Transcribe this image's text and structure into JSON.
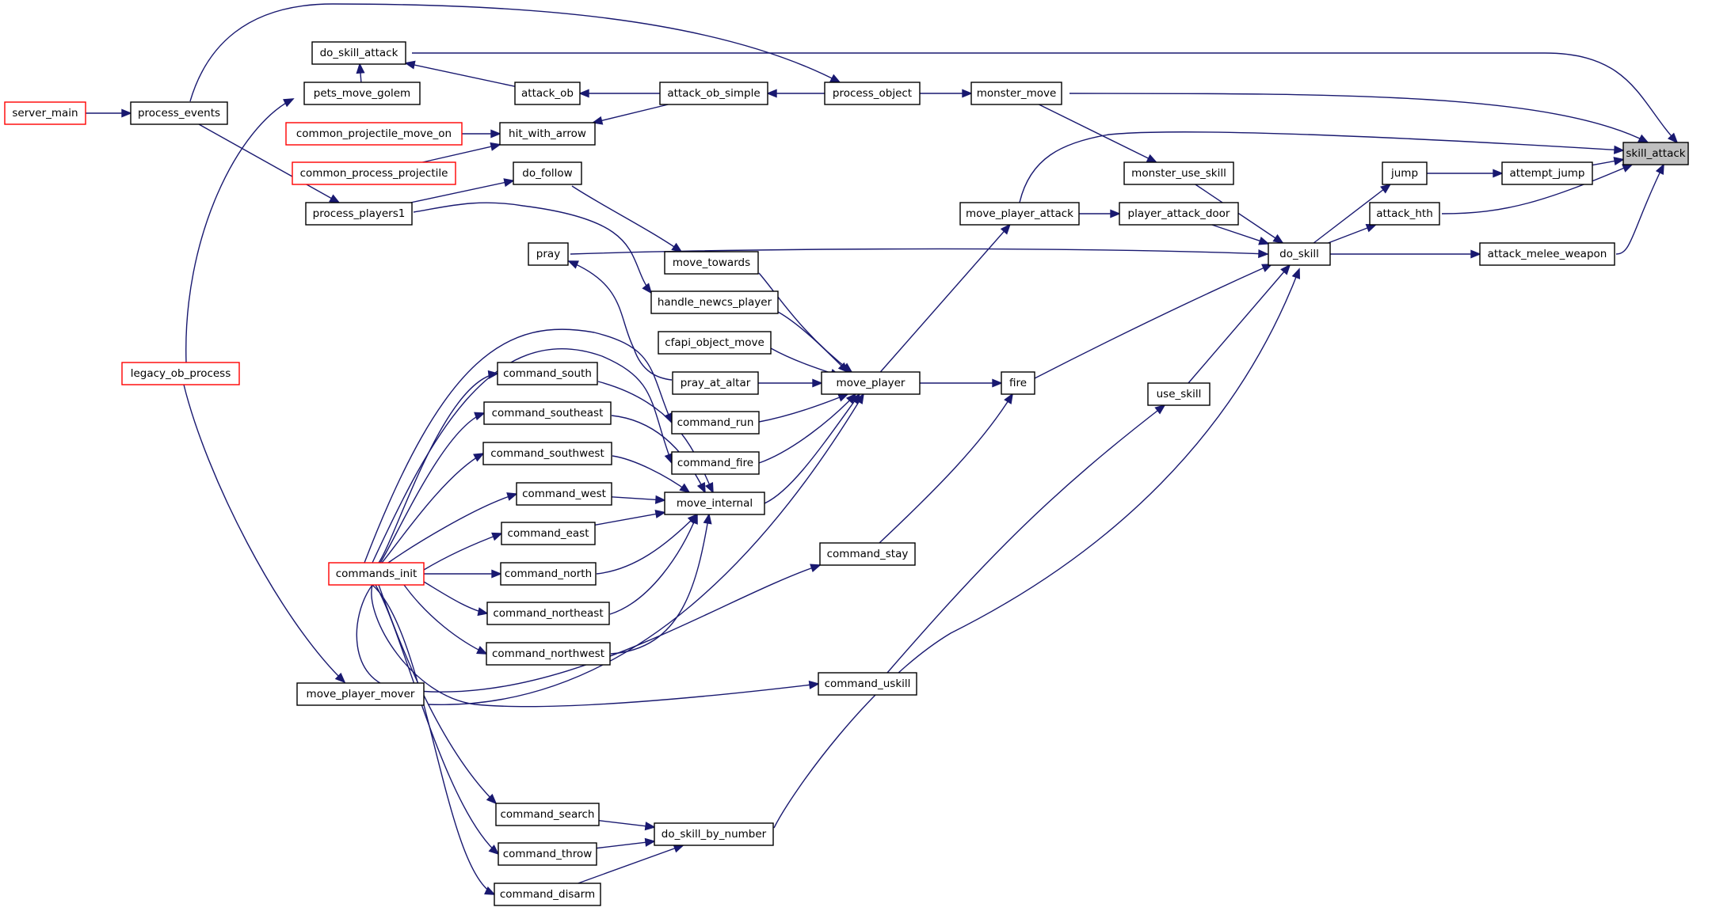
{
  "diagram": {
    "title": "",
    "edge_color": "#191970",
    "external_node_border": "#ff0000",
    "highlight_fill": "#bfbfbf",
    "nodes": {
      "skill_attack": {
        "label": "skill_attack",
        "style": "highlight"
      },
      "do_skill_attack": {
        "label": "do_skill_attack",
        "style": "normal"
      },
      "server_main": {
        "label": "server_main",
        "style": "external"
      },
      "process_events": {
        "label": "process_events",
        "style": "normal"
      },
      "pets_move_golem": {
        "label": "pets_move_golem",
        "style": "normal"
      },
      "attack_ob": {
        "label": "attack_ob",
        "style": "normal"
      },
      "attack_ob_simple": {
        "label": "attack_ob_simple",
        "style": "normal"
      },
      "process_object": {
        "label": "process_object",
        "style": "normal"
      },
      "monster_move": {
        "label": "monster_move",
        "style": "normal"
      },
      "common_projectile_move_on": {
        "label": "common_projectile_move_on",
        "style": "external"
      },
      "hit_with_arrow": {
        "label": "hit_with_arrow",
        "style": "normal"
      },
      "common_process_projectile": {
        "label": "common_process_projectile",
        "style": "external"
      },
      "do_follow": {
        "label": "do_follow",
        "style": "normal"
      },
      "monster_use_skill": {
        "label": "monster_use_skill",
        "style": "normal"
      },
      "jump": {
        "label": "jump",
        "style": "normal"
      },
      "attempt_jump": {
        "label": "attempt_jump",
        "style": "normal"
      },
      "process_players1": {
        "label": "process_players1",
        "style": "normal"
      },
      "move_player_attack": {
        "label": "move_player_attack",
        "style": "normal"
      },
      "player_attack_door": {
        "label": "player_attack_door",
        "style": "normal"
      },
      "attack_hth": {
        "label": "attack_hth",
        "style": "normal"
      },
      "pray": {
        "label": "pray",
        "style": "normal"
      },
      "move_towards": {
        "label": "move_towards",
        "style": "normal"
      },
      "do_skill": {
        "label": "do_skill",
        "style": "normal"
      },
      "attack_melee_weapon": {
        "label": "attack_melee_weapon",
        "style": "normal"
      },
      "handle_newcs_player": {
        "label": "handle_newcs_player",
        "style": "normal"
      },
      "cfapi_object_move": {
        "label": "cfapi_object_move",
        "style": "normal"
      },
      "legacy_ob_process": {
        "label": "legacy_ob_process",
        "style": "external"
      },
      "command_south": {
        "label": "command_south",
        "style": "normal"
      },
      "pray_at_altar": {
        "label": "pray_at_altar",
        "style": "normal"
      },
      "move_player": {
        "label": "move_player",
        "style": "normal"
      },
      "fire": {
        "label": "fire",
        "style": "normal"
      },
      "use_skill": {
        "label": "use_skill",
        "style": "normal"
      },
      "command_southeast": {
        "label": "command_southeast",
        "style": "normal"
      },
      "command_run": {
        "label": "command_run",
        "style": "normal"
      },
      "command_southwest": {
        "label": "command_southwest",
        "style": "normal"
      },
      "command_fire": {
        "label": "command_fire",
        "style": "normal"
      },
      "command_west": {
        "label": "command_west",
        "style": "normal"
      },
      "move_internal": {
        "label": "move_internal",
        "style": "normal"
      },
      "command_east": {
        "label": "command_east",
        "style": "normal"
      },
      "command_stay": {
        "label": "command_stay",
        "style": "normal"
      },
      "commands_init": {
        "label": "commands_init",
        "style": "external"
      },
      "command_north": {
        "label": "command_north",
        "style": "normal"
      },
      "command_northeast": {
        "label": "command_northeast",
        "style": "normal"
      },
      "command_northwest": {
        "label": "command_northwest",
        "style": "normal"
      },
      "move_player_mover": {
        "label": "move_player_mover",
        "style": "normal"
      },
      "command_uskill": {
        "label": "command_uskill",
        "style": "normal"
      },
      "command_search": {
        "label": "command_search",
        "style": "normal"
      },
      "do_skill_by_number": {
        "label": "do_skill_by_number",
        "style": "normal"
      },
      "command_throw": {
        "label": "command_throw",
        "style": "normal"
      },
      "command_disarm": {
        "label": "command_disarm",
        "style": "normal"
      }
    },
    "edges": [
      {
        "from": "skill_attack",
        "to": "do_skill_attack"
      },
      {
        "from": "skill_attack",
        "to": "monster_move"
      },
      {
        "from": "skill_attack",
        "to": "move_player_attack"
      },
      {
        "from": "skill_attack",
        "to": "attempt_jump"
      },
      {
        "from": "skill_attack",
        "to": "attack_hth"
      },
      {
        "from": "skill_attack",
        "to": "attack_melee_weapon"
      },
      {
        "from": "do_skill_attack",
        "to": "attack_ob"
      },
      {
        "from": "do_skill_attack",
        "to": "pets_move_golem"
      },
      {
        "from": "attack_ob",
        "to": "attack_ob_simple"
      },
      {
        "from": "attack_ob_simple",
        "to": "process_object"
      },
      {
        "from": "hit_with_arrow",
        "to": "attack_ob_simple"
      },
      {
        "from": "hit_with_arrow",
        "to": "common_projectile_move_on"
      },
      {
        "from": "hit_with_arrow",
        "to": "common_process_projectile"
      },
      {
        "from": "monster_move",
        "to": "process_object"
      },
      {
        "from": "monster_use_skill",
        "to": "monster_move"
      },
      {
        "from": "process_object",
        "to": "process_events"
      },
      {
        "from": "process_events",
        "to": "server_main"
      },
      {
        "from": "pets_move_golem",
        "to": "legacy_ob_process"
      },
      {
        "from": "process_players1",
        "to": "process_events"
      },
      {
        "from": "do_follow",
        "to": "process_players1"
      },
      {
        "from": "move_towards",
        "to": "do_follow"
      },
      {
        "from": "handle_newcs_player",
        "to": "process_players1"
      },
      {
        "from": "attempt_jump",
        "to": "jump"
      },
      {
        "from": "jump",
        "to": "do_skill"
      },
      {
        "from": "attack_hth",
        "to": "do_skill"
      },
      {
        "from": "attack_melee_weapon",
        "to": "do_skill"
      },
      {
        "from": "do_skill",
        "to": "monster_use_skill"
      },
      {
        "from": "do_skill",
        "to": "player_attack_door"
      },
      {
        "from": "do_skill",
        "to": "pray"
      },
      {
        "from": "do_skill",
        "to": "fire"
      },
      {
        "from": "do_skill",
        "to": "use_skill"
      },
      {
        "from": "do_skill",
        "to": "do_skill_by_number"
      },
      {
        "from": "player_attack_door",
        "to": "move_player_attack"
      },
      {
        "from": "move_player_attack",
        "to": "move_player"
      },
      {
        "from": "pray",
        "to": "pray_at_altar"
      },
      {
        "from": "move_player",
        "to": "move_towards"
      },
      {
        "from": "move_player",
        "to": "handle_newcs_player"
      },
      {
        "from": "move_player",
        "to": "cfapi_object_move"
      },
      {
        "from": "move_player",
        "to": "pray_at_altar"
      },
      {
        "from": "move_player",
        "to": "command_run"
      },
      {
        "from": "move_player",
        "to": "command_fire"
      },
      {
        "from": "move_player",
        "to": "move_internal"
      },
      {
        "from": "move_player",
        "to": "move_player_mover"
      },
      {
        "from": "fire",
        "to": "move_player"
      },
      {
        "from": "fire",
        "to": "command_stay"
      },
      {
        "from": "use_skill",
        "to": "command_uskill"
      },
      {
        "from": "command_run",
        "to": "commands_init"
      },
      {
        "from": "command_fire",
        "to": "commands_init"
      },
      {
        "from": "move_internal",
        "to": "command_south"
      },
      {
        "from": "move_internal",
        "to": "command_southeast"
      },
      {
        "from": "move_internal",
        "to": "command_southwest"
      },
      {
        "from": "move_internal",
        "to": "command_west"
      },
      {
        "from": "move_internal",
        "to": "command_east"
      },
      {
        "from": "move_internal",
        "to": "command_north"
      },
      {
        "from": "move_internal",
        "to": "command_northeast"
      },
      {
        "from": "move_internal",
        "to": "command_northwest"
      },
      {
        "from": "command_south",
        "to": "commands_init"
      },
      {
        "from": "command_southeast",
        "to": "commands_init"
      },
      {
        "from": "command_southwest",
        "to": "commands_init"
      },
      {
        "from": "command_west",
        "to": "commands_init"
      },
      {
        "from": "command_east",
        "to": "commands_init"
      },
      {
        "from": "command_north",
        "to": "commands_init"
      },
      {
        "from": "command_northeast",
        "to": "commands_init"
      },
      {
        "from": "command_northwest",
        "to": "commands_init"
      },
      {
        "from": "command_stay",
        "to": "commands_init"
      },
      {
        "from": "command_uskill",
        "to": "commands_init"
      },
      {
        "from": "move_player_mover",
        "to": "legacy_ob_process"
      },
      {
        "from": "do_skill_by_number",
        "to": "command_search"
      },
      {
        "from": "do_skill_by_number",
        "to": "command_throw"
      },
      {
        "from": "do_skill_by_number",
        "to": "command_disarm"
      },
      {
        "from": "command_search",
        "to": "commands_init"
      },
      {
        "from": "command_throw",
        "to": "commands_init"
      },
      {
        "from": "command_disarm",
        "to": "commands_init"
      }
    ]
  }
}
